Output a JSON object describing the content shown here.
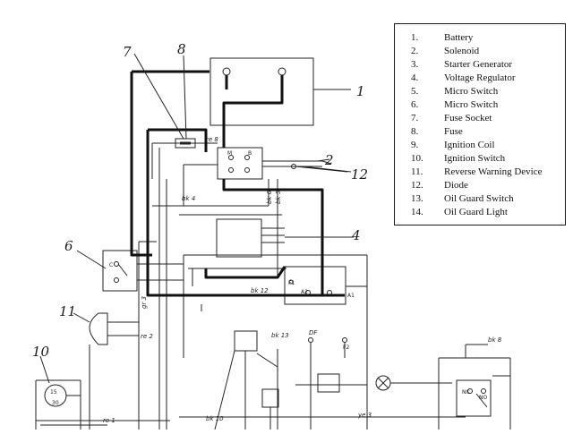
{
  "legend": {
    "items": [
      {
        "num": "1.",
        "label": "Battery"
      },
      {
        "num": "2.",
        "label": "Solenoid"
      },
      {
        "num": "3.",
        "label": "Starter Generator"
      },
      {
        "num": "4.",
        "label": "Voltage Regulator"
      },
      {
        "num": "5.",
        "label": "Micro Switch"
      },
      {
        "num": "6.",
        "label": "Micro Switch"
      },
      {
        "num": "7.",
        "label": "Fuse Socket"
      },
      {
        "num": "8.",
        "label": "Fuse"
      },
      {
        "num": "9.",
        "label": "Ignition Coil"
      },
      {
        "num": "10.",
        "label": "Ignition Switch"
      },
      {
        "num": "11.",
        "label": "Reverse Warning Device"
      },
      {
        "num": "12.",
        "label": "Diode"
      },
      {
        "num": "13.",
        "label": "Oil Guard Switch"
      },
      {
        "num": "14.",
        "label": "Oil Guard Light"
      }
    ]
  },
  "callouts": {
    "c1": "1",
    "c2": "2",
    "c4": "4",
    "c6": "6",
    "c7": "7",
    "c8": "8",
    "c10": "10",
    "c11": "11",
    "c12": "12"
  },
  "wire_labels": {
    "bk4": "bk 4",
    "bk5": "bk 5",
    "bk6": "bk 6",
    "bk8": "bk 8",
    "bk10": "bk 10",
    "bk12": "bk 12",
    "bk13": "bk 13",
    "re1": "re 1",
    "re2": "re 2",
    "re8": "re 8",
    "ye3": "ye 3",
    "gr3": "gr 3",
    "df": "DF"
  },
  "terminals": {
    "a1": "A1",
    "a2": "A2",
    "f1": "F1",
    "f2": "F2",
    "m": "M",
    "b": "B",
    "nc": "NC",
    "no": "NO",
    "c": "C",
    "s15": "15",
    "s30": "30"
  }
}
